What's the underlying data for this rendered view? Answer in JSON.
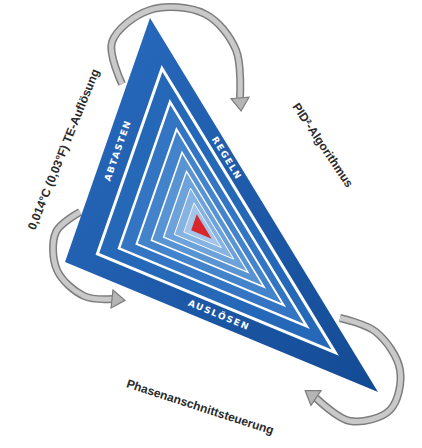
{
  "diagram": {
    "nodes": [
      {
        "text": [
          "ABTASTEN",
          "REGELN",
          "AUSLÖSEN"
        ]
      }
    ],
    "labels": [
      "0,014°C (0,03°F) TE-Auflösung",
      "PID²-Algorithmus",
      "Phasenanschnittsteuerung"
    ]
  }
}
